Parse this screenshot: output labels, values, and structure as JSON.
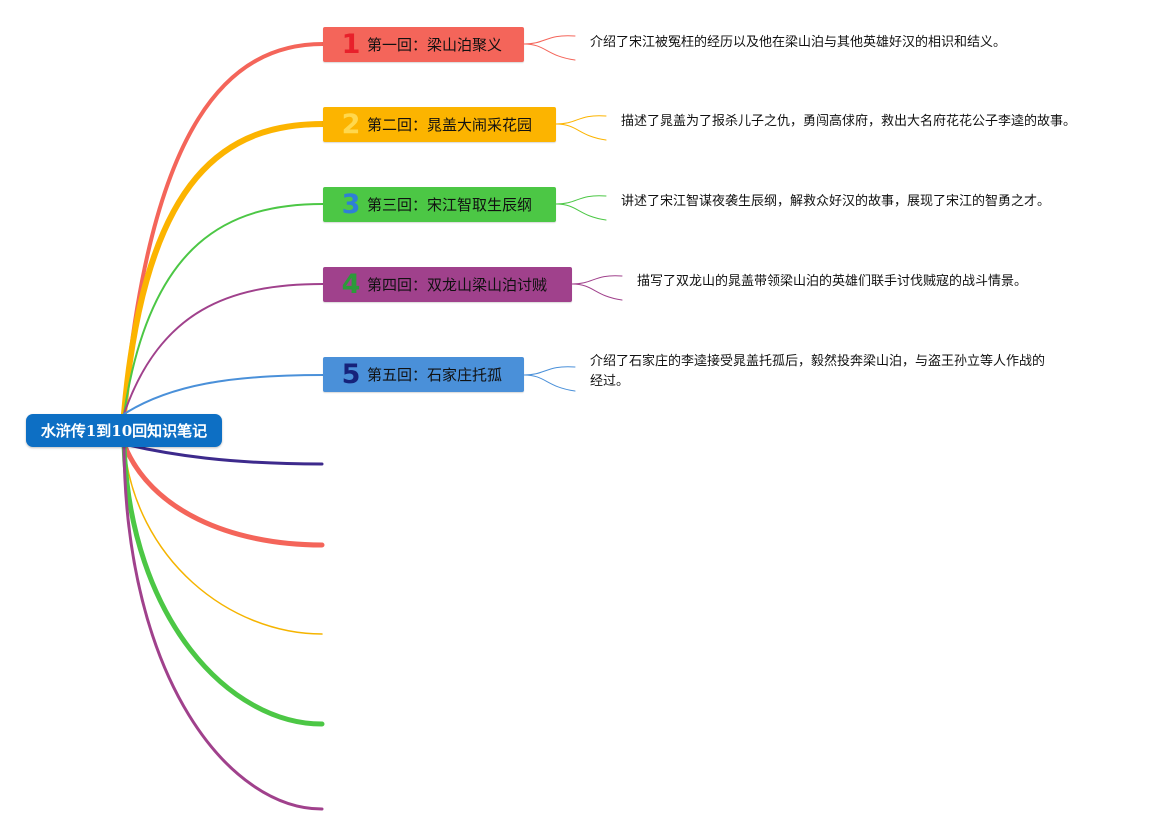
{
  "root": {
    "label": "水浒传1到10回知识笔记",
    "color": "#0d6fc4"
  },
  "topics": [
    {
      "num": "1",
      "label": "第一回：梁山泊聚义",
      "color": "#f4655a",
      "num_color": "#e8202b",
      "note": "介绍了宋江被冤枉的经历以及他在梁山泊与其他英雄好汉的相识和结义。"
    },
    {
      "num": "2",
      "label": "第二回：晁盖大闹采花园",
      "color": "#fcb400",
      "num_color": "#ffd84d",
      "note": "描述了晁盖为了报杀儿子之仇，勇闯高俅府，救出大名府花花公子李逵的故事。"
    },
    {
      "num": "3",
      "label": "第三回：宋江智取生辰纲",
      "color": "#4cc745",
      "num_color": "#2f7fd6",
      "note": "讲述了宋江智谋夜袭生辰纲，解救众好汉的故事，展现了宋江的智勇之才。"
    },
    {
      "num": "4",
      "label": "第四回：双龙山梁山泊讨贼",
      "color": "#a0418c",
      "num_color": "#2c9a3a",
      "note": "描写了双龙山的晁盖带领梁山泊的英雄们联手讨伐贼寇的战斗情景。"
    },
    {
      "num": "5",
      "label": "第五回：石家庄托孤",
      "color": "#4a90d9",
      "num_color": "#16227a",
      "note_lines": [
        "介绍了石家庄的李逵接受晁盖托孤后，毅然投奔梁山泊，与盗王孙立等人作战的",
        "经过。"
      ]
    }
  ],
  "branch_colors": [
    "#3d2a8c",
    "#f4655a",
    "#f5b400",
    "#4cc745",
    "#a0418c"
  ]
}
